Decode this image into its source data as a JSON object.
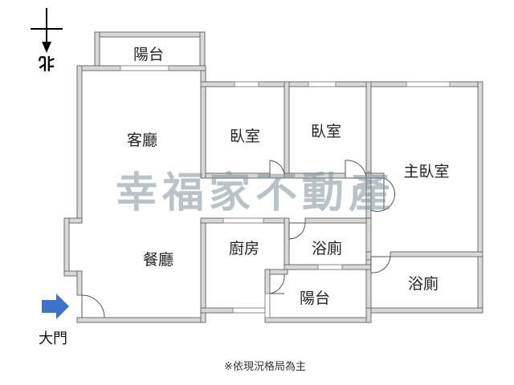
{
  "compass": {
    "label": "北"
  },
  "rooms": {
    "balcony_top": "陽台",
    "living_room": "客廳",
    "bedroom_1": "臥室",
    "bedroom_2": "臥室",
    "master_bedroom": "主臥室",
    "dining_room": "餐廳",
    "kitchen": "廚房",
    "bathroom_1": "浴廁",
    "bathroom_2": "浴廁",
    "balcony_bottom": "陽台"
  },
  "entrance": {
    "label": "大門",
    "arrow_color": "#3d73c8"
  },
  "watermark": "幸福家不動產",
  "note": "※依現況格局為主",
  "colors": {
    "wall_fill": "#d8d8d8",
    "wall_stroke": "#6b6b6b",
    "watermark": "#7f9299"
  }
}
